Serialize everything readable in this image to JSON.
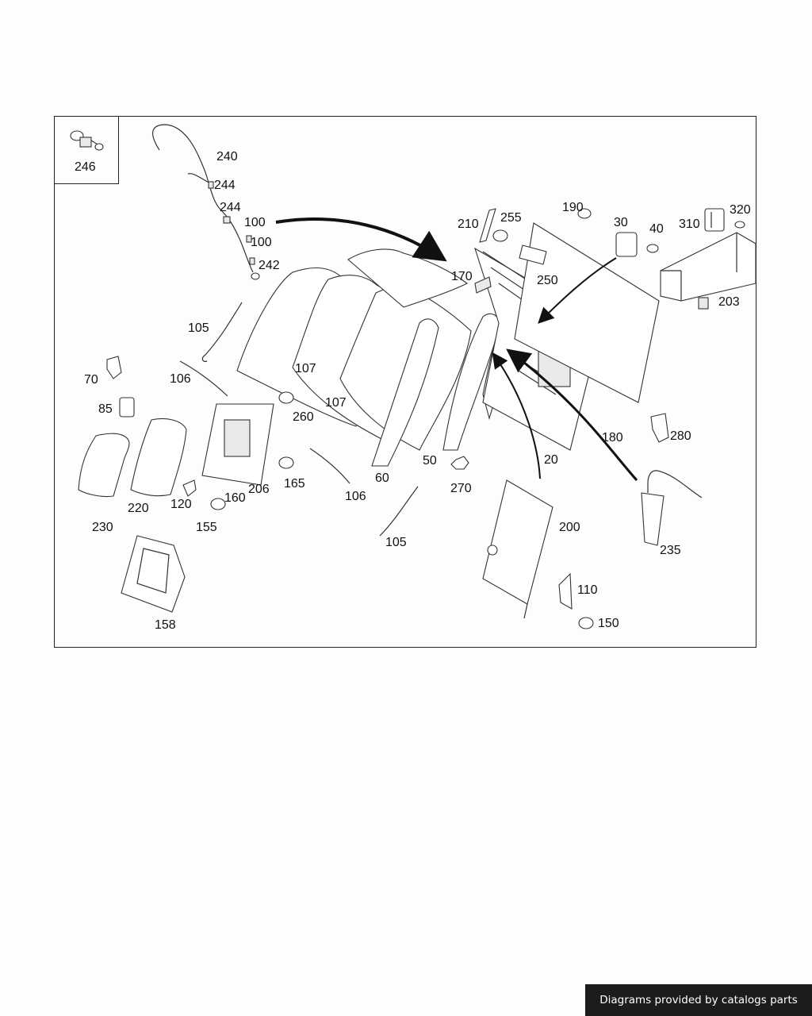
{
  "inset": {
    "label": "246"
  },
  "labels": [
    "240",
    "244",
    "244",
    "100",
    "100",
    "242",
    "105",
    "106",
    "107",
    "107",
    "70",
    "85",
    "260",
    "230",
    "220",
    "120",
    "155",
    "160",
    "206",
    "165",
    "106",
    "60",
    "50",
    "270",
    "105",
    "210",
    "255",
    "250",
    "170",
    "190",
    "30",
    "40",
    "310",
    "320",
    "203",
    "180",
    "280",
    "20",
    "200",
    "235",
    "110",
    "150",
    "158"
  ],
  "footer": {
    "text": "Diagrams provided by catalogs parts"
  }
}
